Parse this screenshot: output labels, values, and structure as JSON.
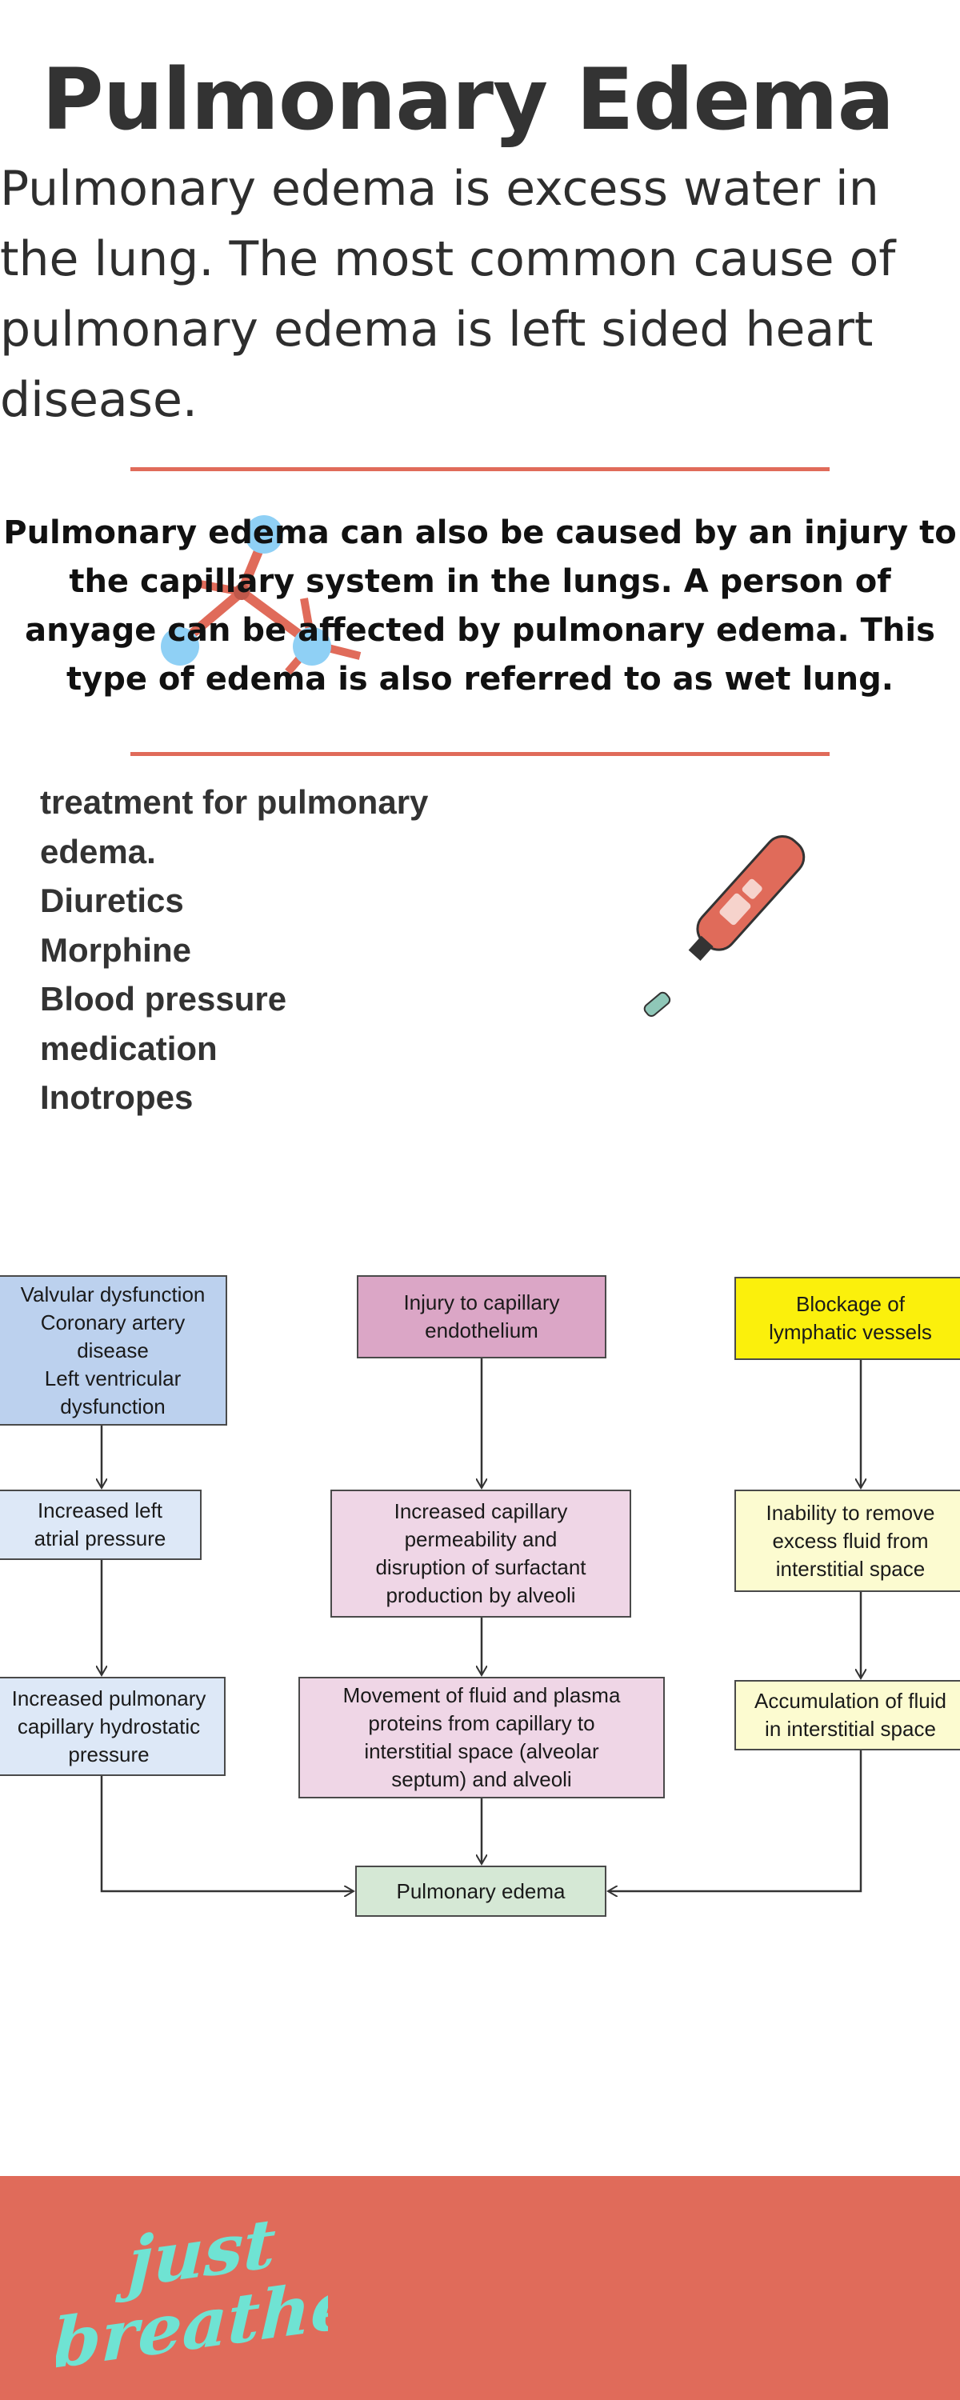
{
  "title": "Pulmonary Edema",
  "intro": "Pulmonary edema is excess water in the lung. The most common cause of pulmonary edema is left sided heart disease.",
  "injury_paragraph": "Pulmonary edema can also be caused by an injury to the capillary system in the lungs. A person of anyage can be affected by pulmonary edema. This type of edema is also referred to as wet lung.",
  "treatment": {
    "lines": [
      "treatment for pulmonary",
      "edema.",
      "Diuretics",
      "Morphine",
      "Blood pressure",
      "medication",
      "Inotropes"
    ]
  },
  "flowchart": {
    "left": [
      "Valvular dysfunction\nCoronary artery\ndisease\nLeft ventricular\ndysfunction",
      "Increased left\natrial pressure",
      "Increased pulmonary\ncapillary hydrostatic\npressure"
    ],
    "middle": [
      "Injury to capillary\nendothelium",
      "Increased capillary\npermeability and\ndisruption of surfactant\nproduction by alveoli",
      "Movement of fluid and plasma\nproteins from capillary to\ninterstitial space (alveolar\nseptum) and alveoli"
    ],
    "right": [
      "Blockage of\nlymphatic vessels",
      "Inability to remove\nexcess fluid from\ninterstitial space",
      "Accumulation of fluid\nin interstitial space"
    ],
    "result": "Pulmonary edema"
  },
  "footer": {
    "logo_text": [
      "just",
      "breathe"
    ]
  },
  "colors": {
    "accent": "#e06b5a",
    "logo": "#6fe3d3",
    "molecule": "#8fd0f5"
  },
  "icons": [
    "molecule-icon",
    "glucose-pen-icon"
  ]
}
